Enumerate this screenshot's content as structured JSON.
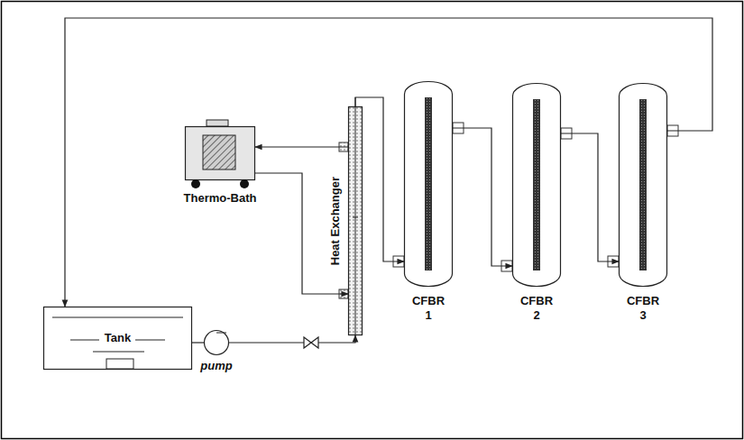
{
  "diagram": {
    "nodes": [
      {
        "text": [
          "Thermo-Bath"
        ]
      },
      {
        "text": [
          "Heat Exchanger"
        ]
      },
      {
        "text": [
          "CFBR 1"
        ]
      },
      {
        "text": [
          "CFBR 2"
        ]
      },
      {
        "text": [
          "CFBR 3"
        ]
      },
      {
        "text": [
          "Tank"
        ]
      },
      {
        "text": [
          "pump"
        ]
      }
    ],
    "edges": [
      {
        "from": 5,
        "to": 6,
        "arrow": "none"
      },
      {
        "from": 6,
        "to": 1,
        "arrow": "to"
      },
      {
        "from": 1,
        "to": 2,
        "arrow": "to"
      },
      {
        "from": 2,
        "to": 3,
        "arrow": "to"
      },
      {
        "from": 3,
        "to": 4,
        "arrow": "to"
      },
      {
        "from": 4,
        "to": 5,
        "arrow": "to"
      },
      {
        "from": 1,
        "to": 0,
        "arrow": "to"
      },
      {
        "from": 0,
        "to": 1,
        "arrow": "to"
      }
    ]
  }
}
